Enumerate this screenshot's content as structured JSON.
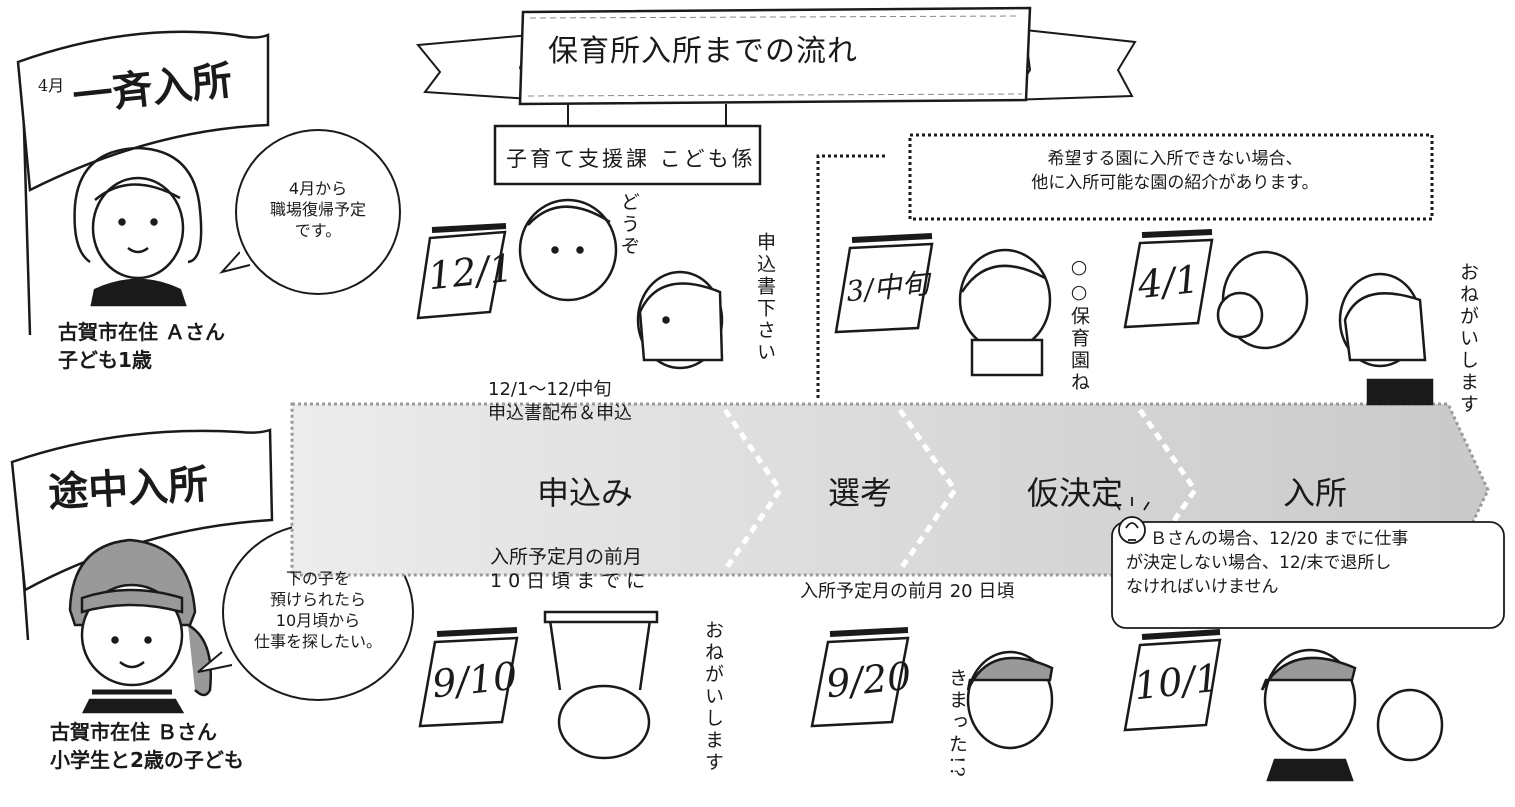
{
  "title": "保育所入所までの流れ",
  "office_sign": "子育て支援課 こども係",
  "notice": {
    "line1": "希望する園に入所できない場合、",
    "line2": "他に入所可能な園の紹介があります。"
  },
  "case_a": {
    "flag_small": "4月",
    "flag_main": "一斉入所",
    "bubble": [
      "4月から",
      "職場復帰予定",
      "です。"
    ],
    "name": [
      "古賀市在住 Ａさん",
      "子ども1歳"
    ]
  },
  "case_b": {
    "flag_main": "途中入所",
    "bubble": [
      "下の子を",
      "預けられたら",
      "10月頃から",
      "仕事を探したい。"
    ],
    "name": [
      "古賀市在住 Ｂさん",
      "小学生と2歳の子ども"
    ]
  },
  "stages": [
    "申込み",
    "選考",
    "仮決定",
    "入所"
  ],
  "schedule_a": {
    "period": "12/1～12/中旬",
    "action": "申込書配布＆申込"
  },
  "schedule_b": {
    "deadline": [
      "入所予定月の前月",
      "10日頃までに"
    ],
    "decision": "入所予定月の前月 20 日頃"
  },
  "tip": [
    "Ｂさんの場合、12/20 までに仕事",
    "が決定しない場合、12/末で退所し",
    "なければいけません"
  ],
  "calendars": {
    "a1": "12/1",
    "a2": "3/中旬",
    "a3": "4/1",
    "b1": "9/10",
    "b2": "9/20",
    "b3": "10/1"
  },
  "speech": {
    "douzo": "どうぞ",
    "moushikomi": "申込書下さい",
    "hoikuen": "○○保育園ね",
    "onegai_a": "おねがいします",
    "onegai_b": "おねがいします",
    "kimatta": "きまった!?"
  },
  "colors": {
    "arrow_fill": "#e4e4e4",
    "arrow_fill_dark": "#cfcfcf",
    "dots": "#9a9a9a",
    "ink": "#1a1a1a",
    "hair_gray": "#999999"
  }
}
